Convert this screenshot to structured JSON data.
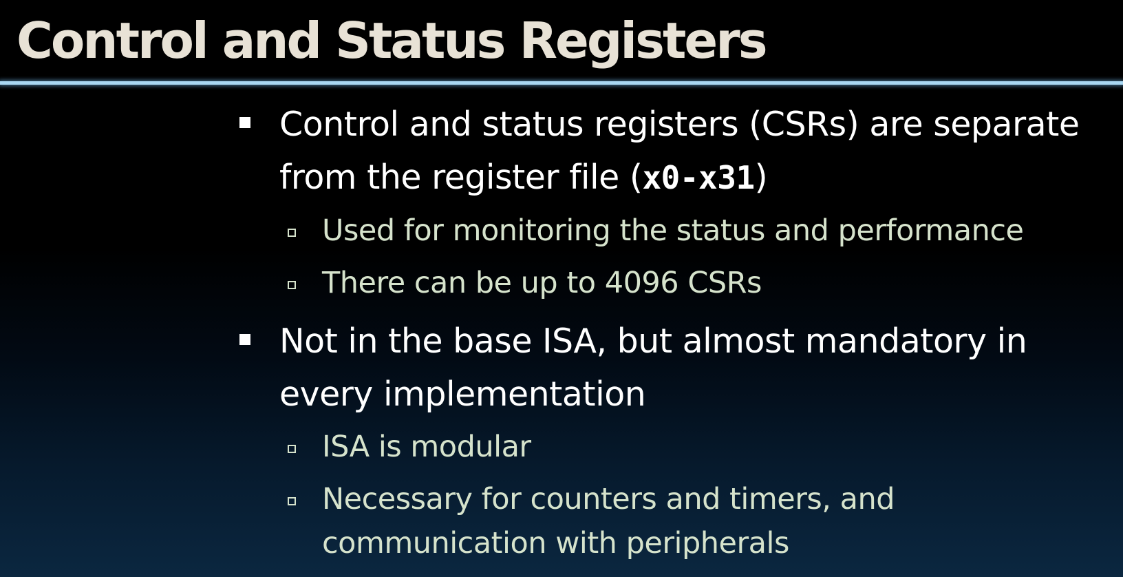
{
  "slide": {
    "title": "Control and Status Registers"
  },
  "bullets": [
    {
      "text_before": "Control and status registers (CSRs) are separate from the register file (",
      "code": "x0-x31",
      "text_after": ")",
      "children": [
        "Used for monitoring the status and performance",
        "There can be up to 4096 CSRs"
      ]
    },
    {
      "text": "Not in the base ISA, but almost mandatory in every implementation",
      "children": [
        "ISA is modular",
        "Necessary for counters and timers, and communication with peripherals"
      ]
    }
  ],
  "colors": {
    "title": "#e8e2d6",
    "rule": "#a9d8f3",
    "level1_text": "#ffffff",
    "level2_text": "#d6e3cc",
    "background_top": "#000000",
    "background_bottom": "#0b2740"
  },
  "icons": {
    "level1_marker": "filled-square-bullet-icon",
    "level2_marker": "hollow-square-bullet-icon"
  }
}
